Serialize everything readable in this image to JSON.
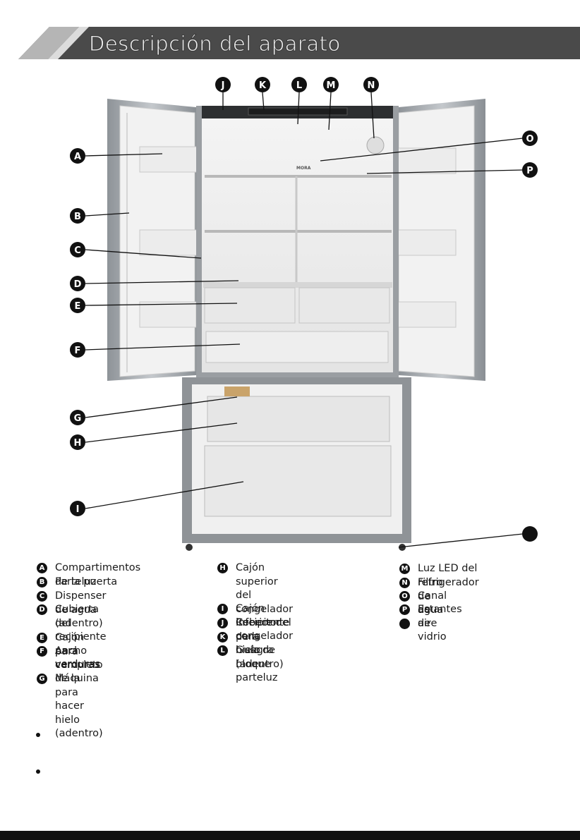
{
  "header": {
    "title": "Descripción del aparato"
  },
  "diagram": {
    "brand_label": "MORA",
    "top_callouts": [
      "J",
      "K",
      "L",
      "M",
      "N"
    ],
    "left_callouts": [
      "A",
      "B",
      "C",
      "D",
      "E",
      "F",
      "G",
      "H",
      "I"
    ],
    "right_callouts": [
      "O",
      "P"
    ]
  },
  "legend": {
    "col1": [
      {
        "letter": "A",
        "text": "Compartimentos de la puerta"
      },
      {
        "letter": "B",
        "text": "Parteluz"
      },
      {
        "letter": "C",
        "text": "Dispenser de agua (adentro)"
      },
      {
        "letter": "D",
        "text": "Cubierta del recipiente para\nverduras"
      },
      {
        "letter": "E",
        "text": "Cajón para verduras"
      },
      {
        "letter": "F",
        "text": "Ancho completo de la"
      },
      {
        "letter": "G",
        "text": "Máquina para hacer hielo\n(adentro)"
      }
    ],
    "col2": [
      {
        "letter": "H",
        "text": "Cajón superior del\ncongelador Recipiente para\nhielo (adentro)"
      },
      {
        "letter": "I",
        "text": "Cajón inferior del congelador"
      },
      {
        "letter": "J",
        "text": "Cobertor de la bisagra"
      },
      {
        "letter": "K",
        "text": ""
      },
      {
        "letter": "L",
        "text": "Guía de bloque parteluz"
      }
    ],
    "col3": [
      {
        "letter": "M",
        "text": "Luz LED del refrigerador"
      },
      {
        "letter": "N",
        "text": "Filtro de agua"
      },
      {
        "letter": "O",
        "text": "Canal de aire"
      },
      {
        "letter": "P",
        "text": "Estantes de vidrio"
      },
      {
        "letter": "",
        "text": ""
      }
    ]
  }
}
